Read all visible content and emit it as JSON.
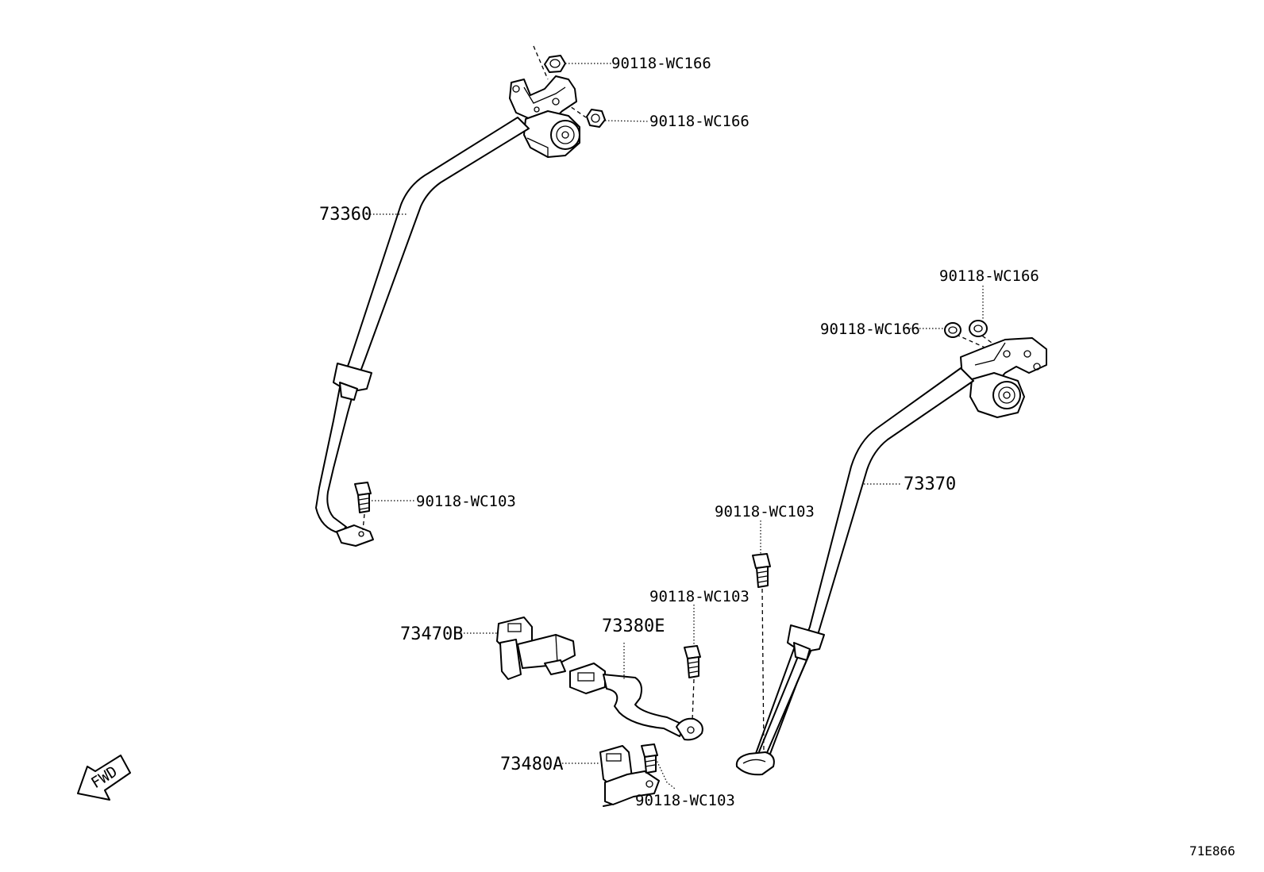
{
  "labels": {
    "nut_a": "90118-WC166",
    "nut_b": "90118-WC166",
    "nut_c": "90118-WC166",
    "nut_d": "90118-WC166",
    "belt_left": "73360",
    "belt_right": "73370",
    "bolt_a": "90118-WC103",
    "bolt_b": "90118-WC103",
    "bolt_c": "90118-WC103",
    "bolt_d": "90118-WC103",
    "buckle_b": "73470B",
    "center_belt": "73380E",
    "buckle_a": "73480A"
  },
  "fwd_text": "FWD",
  "figure_id": "71E866"
}
